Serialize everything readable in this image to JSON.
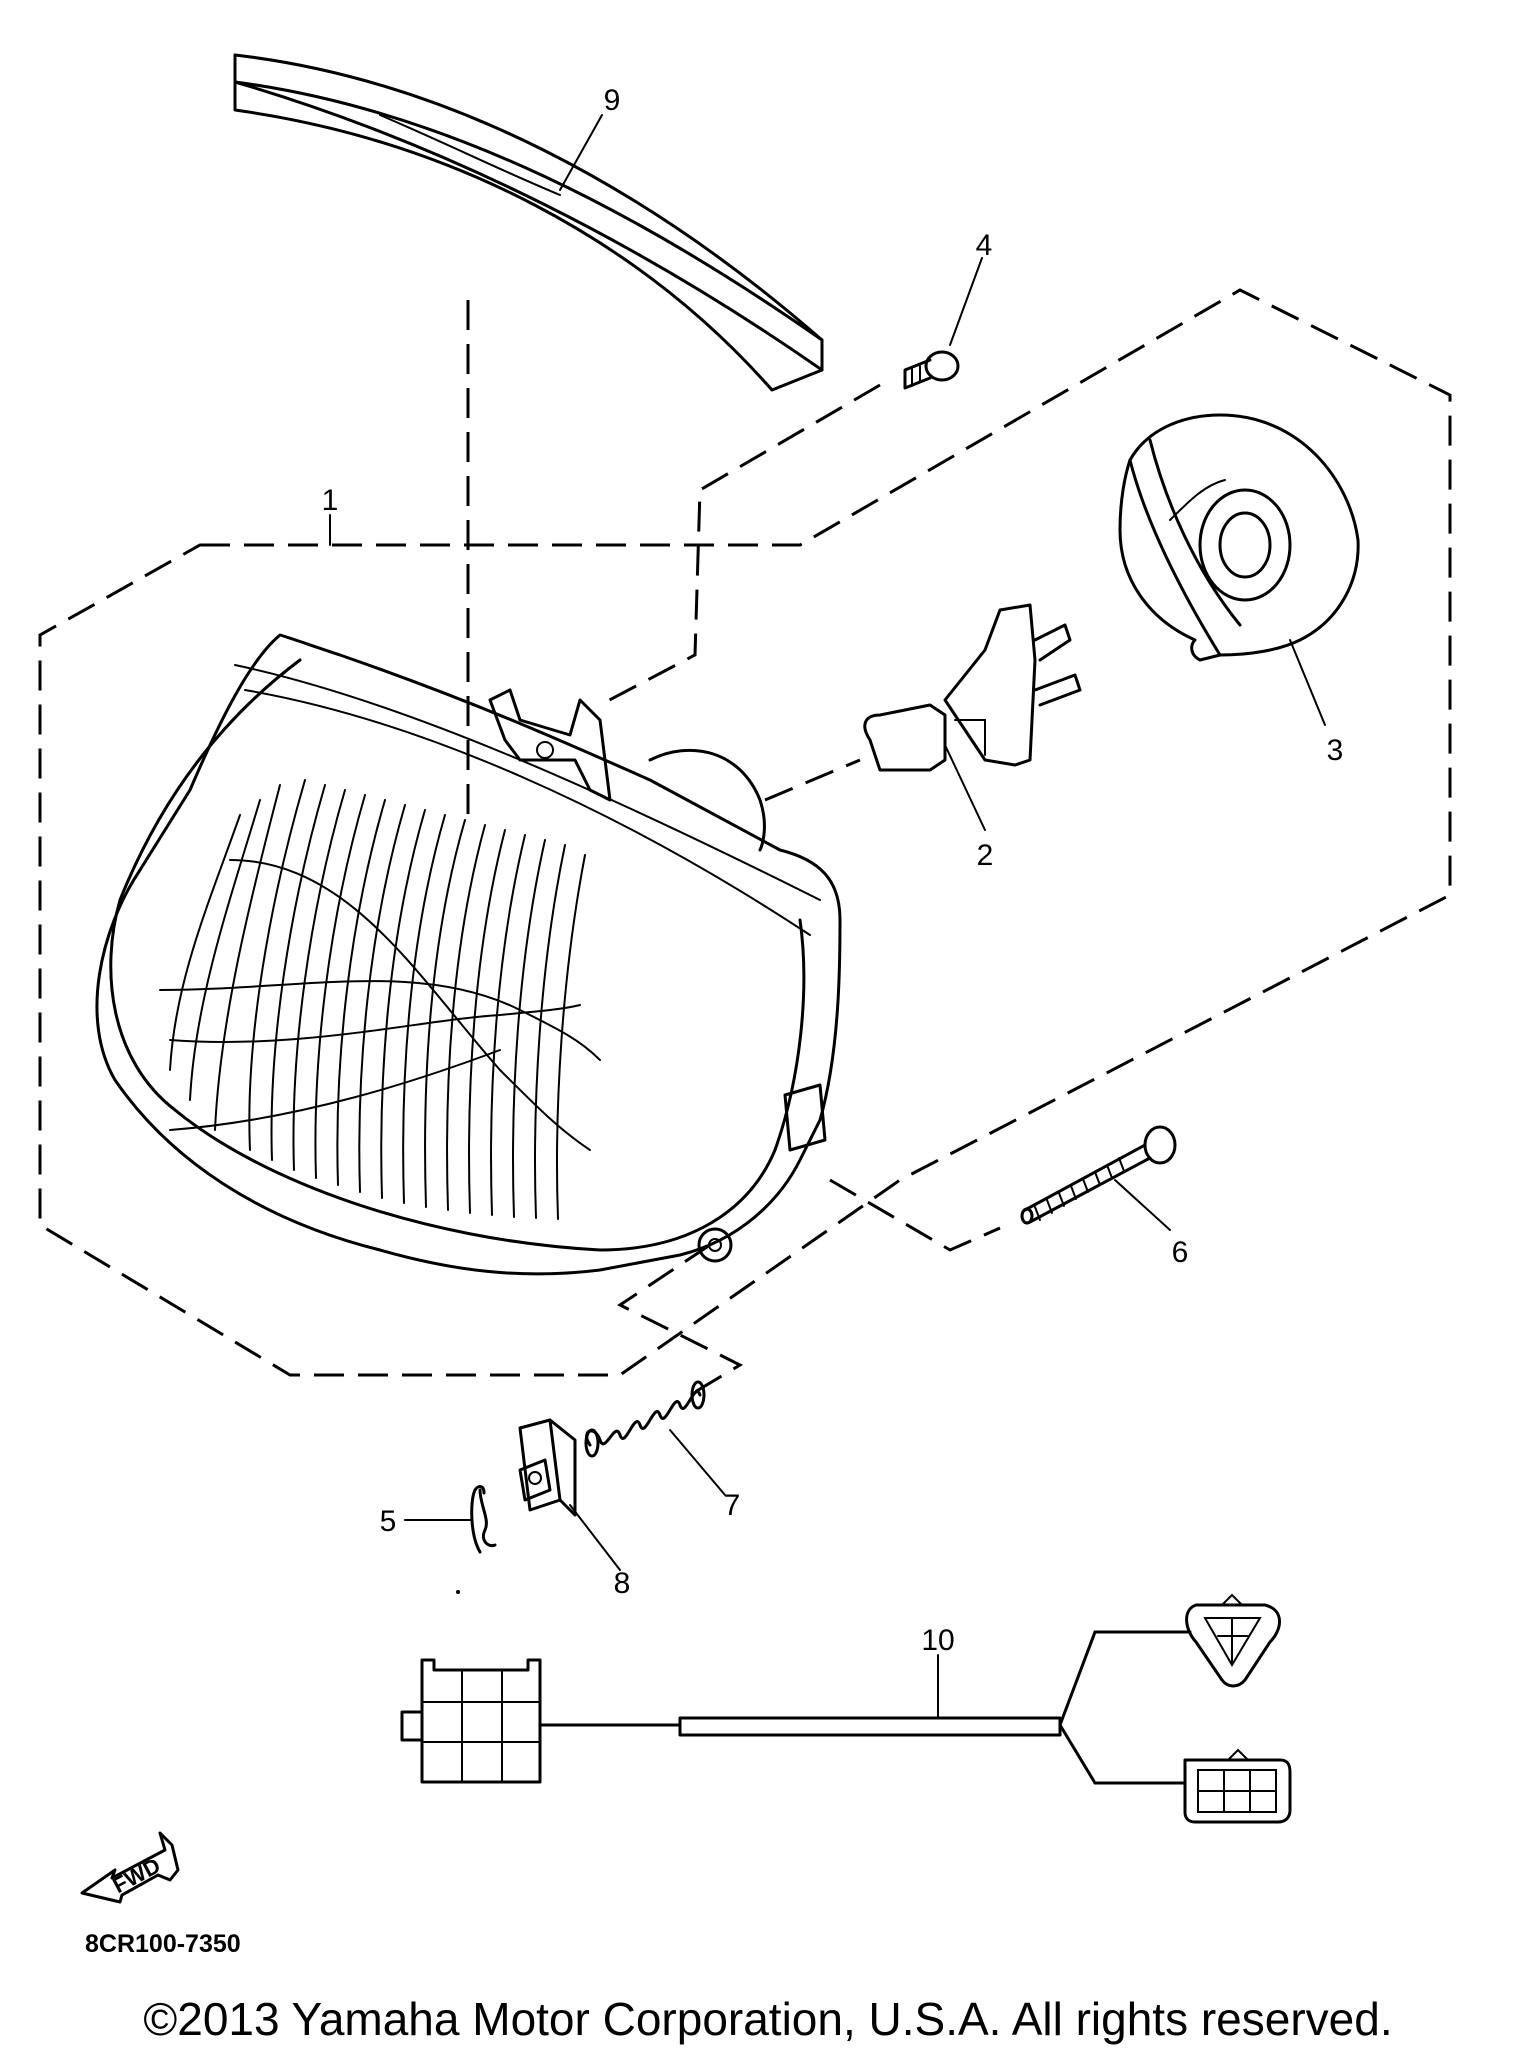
{
  "callouts": {
    "c1": "1",
    "c2": "2",
    "c3": "3",
    "c4": "4",
    "c5": "5",
    "c6": "6",
    "c7": "7",
    "c8": "8",
    "c9": "9",
    "c10": "10"
  },
  "fwd_arrow": {
    "text": "FWD"
  },
  "diagram_code": "8CR100-7350",
  "copyright": "©2013 Yamaha Motor Corporation, U.S.A. All rights reserved."
}
